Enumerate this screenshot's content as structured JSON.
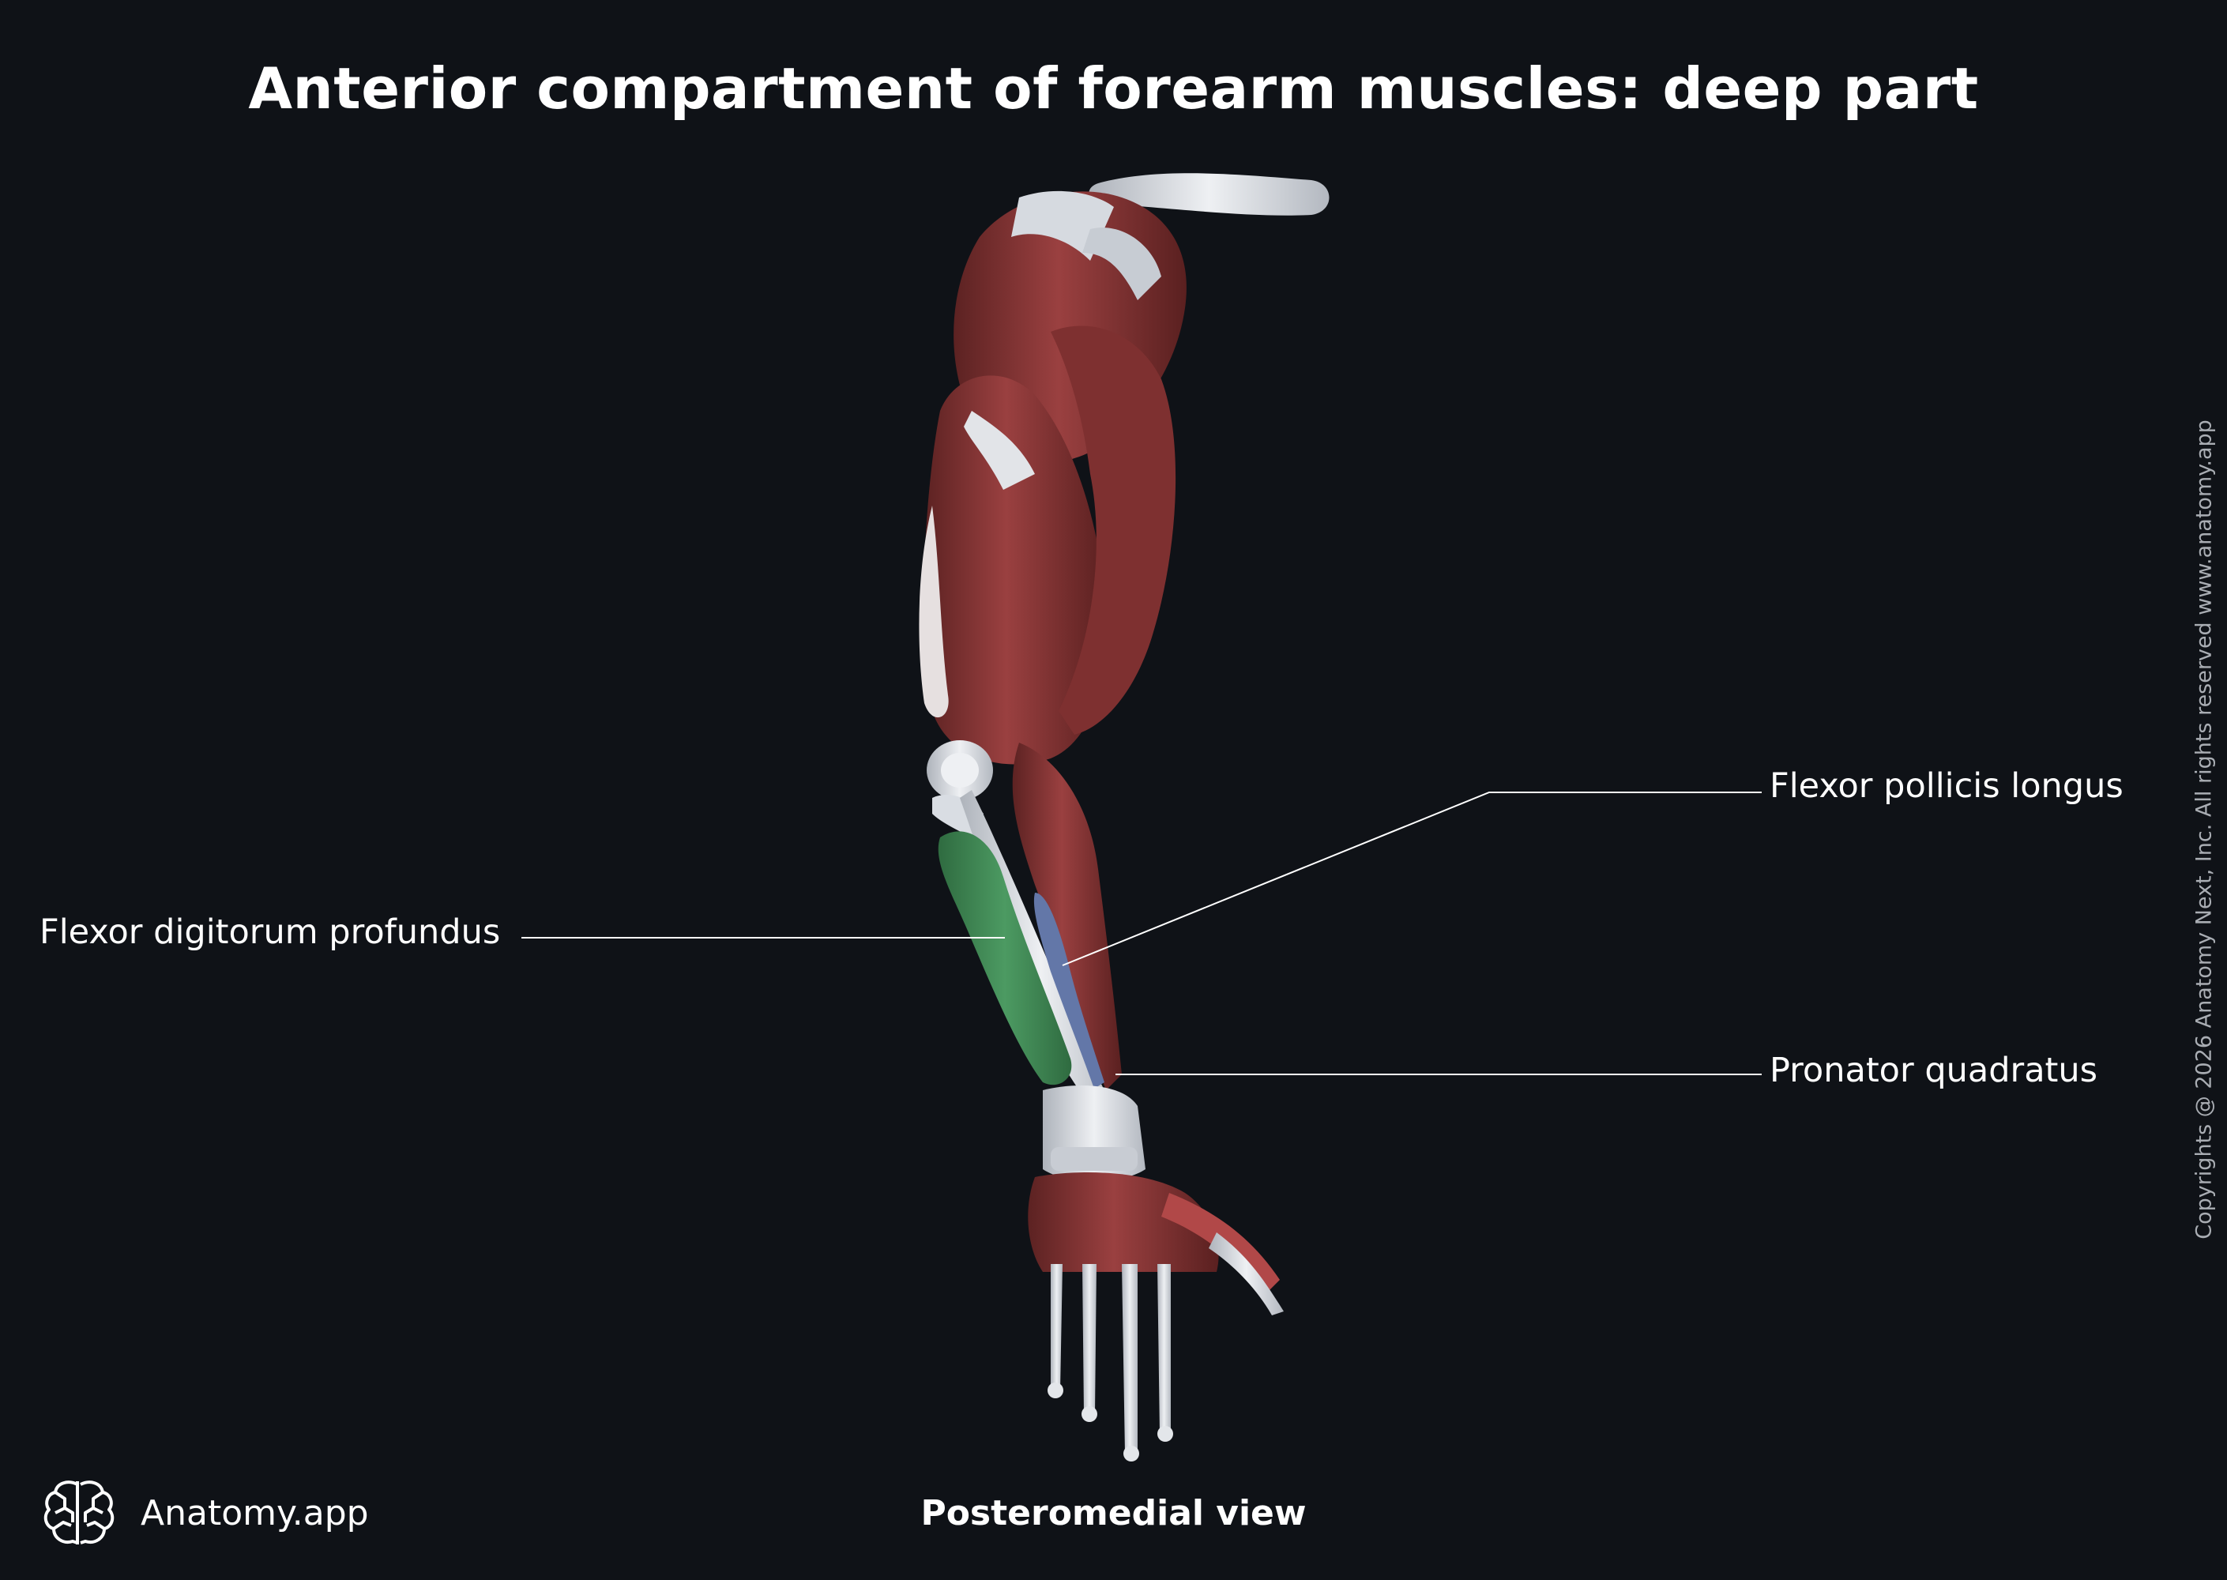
{
  "title": "Anterior compartment of forearm muscles: deep part",
  "view": "Posteromedial view",
  "copyright": "Copyrights @ 2026 Anatomy Next, Inc. All rights reserved www.anatomy.app",
  "brand": {
    "name": "Anatomy.app",
    "icon": "brain-logo-icon"
  },
  "labels": {
    "flexor_pollicis_longus": "Flexor pollicis longus",
    "flexor_digitorum_profundus": "Flexor digitorum profundus",
    "pronator_quadratus": "Pronator quadratus"
  },
  "colors": {
    "background": "#0f1217",
    "muscle": "#8e3a3a",
    "bone": "#d9dde3",
    "highlight_fdp": "#3f8a55",
    "highlight_fpl": "#5b6f9e"
  }
}
